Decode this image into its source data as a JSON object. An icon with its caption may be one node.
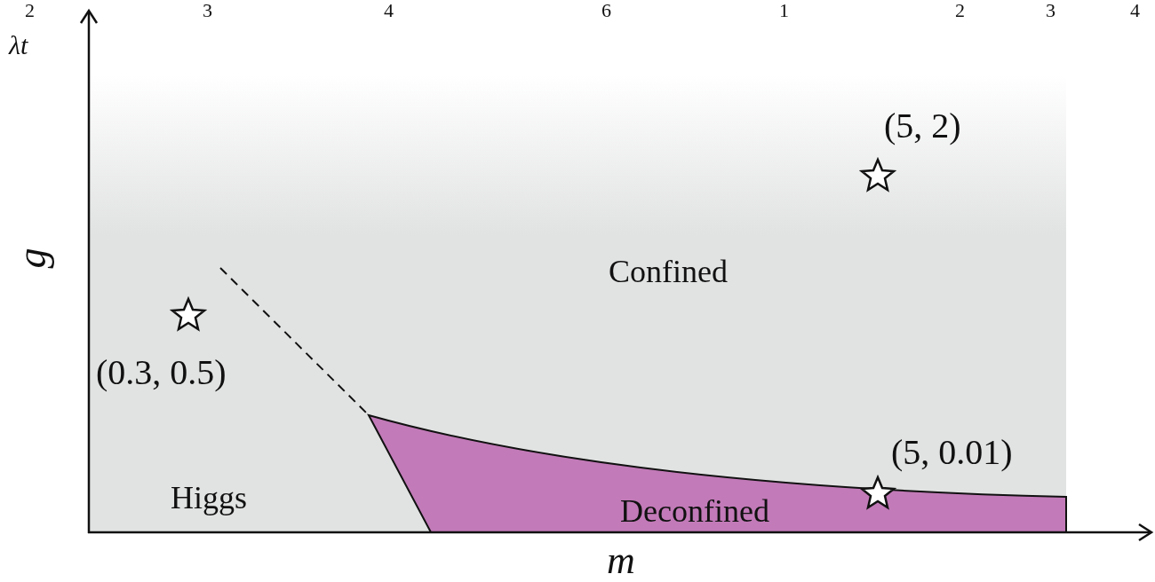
{
  "diagram": {
    "labels": [
      "2",
      "3",
      "4",
      "6",
      "1",
      "2",
      "3",
      "4",
      "λt",
      "g",
      "m",
      "(5, 2)",
      "Confined",
      "(0.3, 0.5)",
      "Higgs",
      "(5, 0.01)",
      "Deconfined"
    ]
  }
}
